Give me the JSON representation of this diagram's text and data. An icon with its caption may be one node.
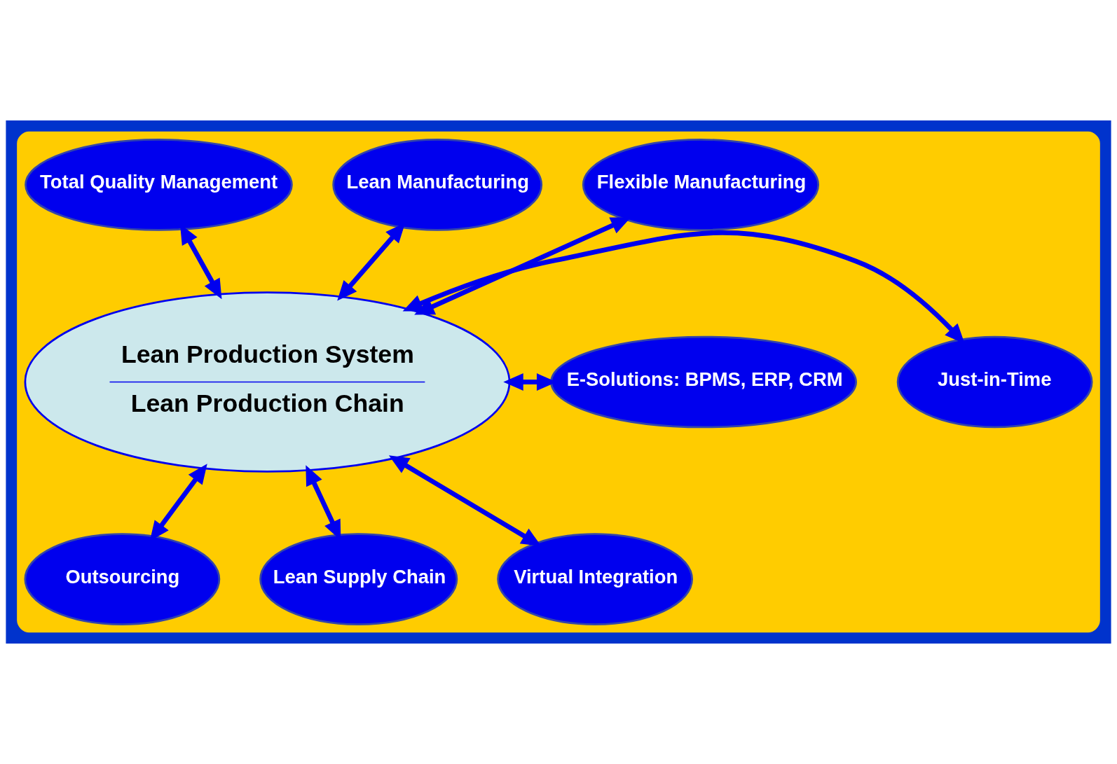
{
  "diagram": {
    "nodes": [
      {
        "text": [],
        "shape": "ellipse"
      },
      {
        "text": [
          "Lean Manufacturing"
        ],
        "in": 0
      },
      {
        "text": [
          "Flexible Manufacturing"
        ],
        "in": 0
      },
      {
        "text": [
          "Total Quality Management"
        ],
        "in": 0
      },
      {
        "text": [
          "Lean Production System",
          "Lean Production Chain"
        ],
        "in": 0
      },
      {
        "text": [
          "Just-in-Time"
        ],
        "in": 0
      },
      {
        "text": [
          "E-Solutions: BPMS, ERP, CRM"
        ],
        "in": 0
      },
      {
        "text": [
          "Outsourcing"
        ],
        "in": 0
      },
      {
        "text": [
          "Virtual Integration"
        ],
        "in": 0
      },
      {
        "text": [
          "Lean Supply Chain"
        ],
        "in": 0
      }
    ],
    "edges": [
      {
        "from": 4,
        "to": 1,
        "arrow": "both"
      },
      {
        "from": 4,
        "to": 2,
        "arrow": "both"
      },
      {
        "from": 4,
        "to": 3,
        "arrow": "both"
      },
      {
        "from": 4,
        "to": 5,
        "arrow": "both"
      },
      {
        "from": 4,
        "to": 6,
        "arrow": "both"
      },
      {
        "from": 4,
        "to": 7,
        "arrow": "both"
      },
      {
        "from": 4,
        "to": 8,
        "arrow": "both"
      },
      {
        "from": 4,
        "to": 9,
        "arrow": "both"
      }
    ]
  }
}
